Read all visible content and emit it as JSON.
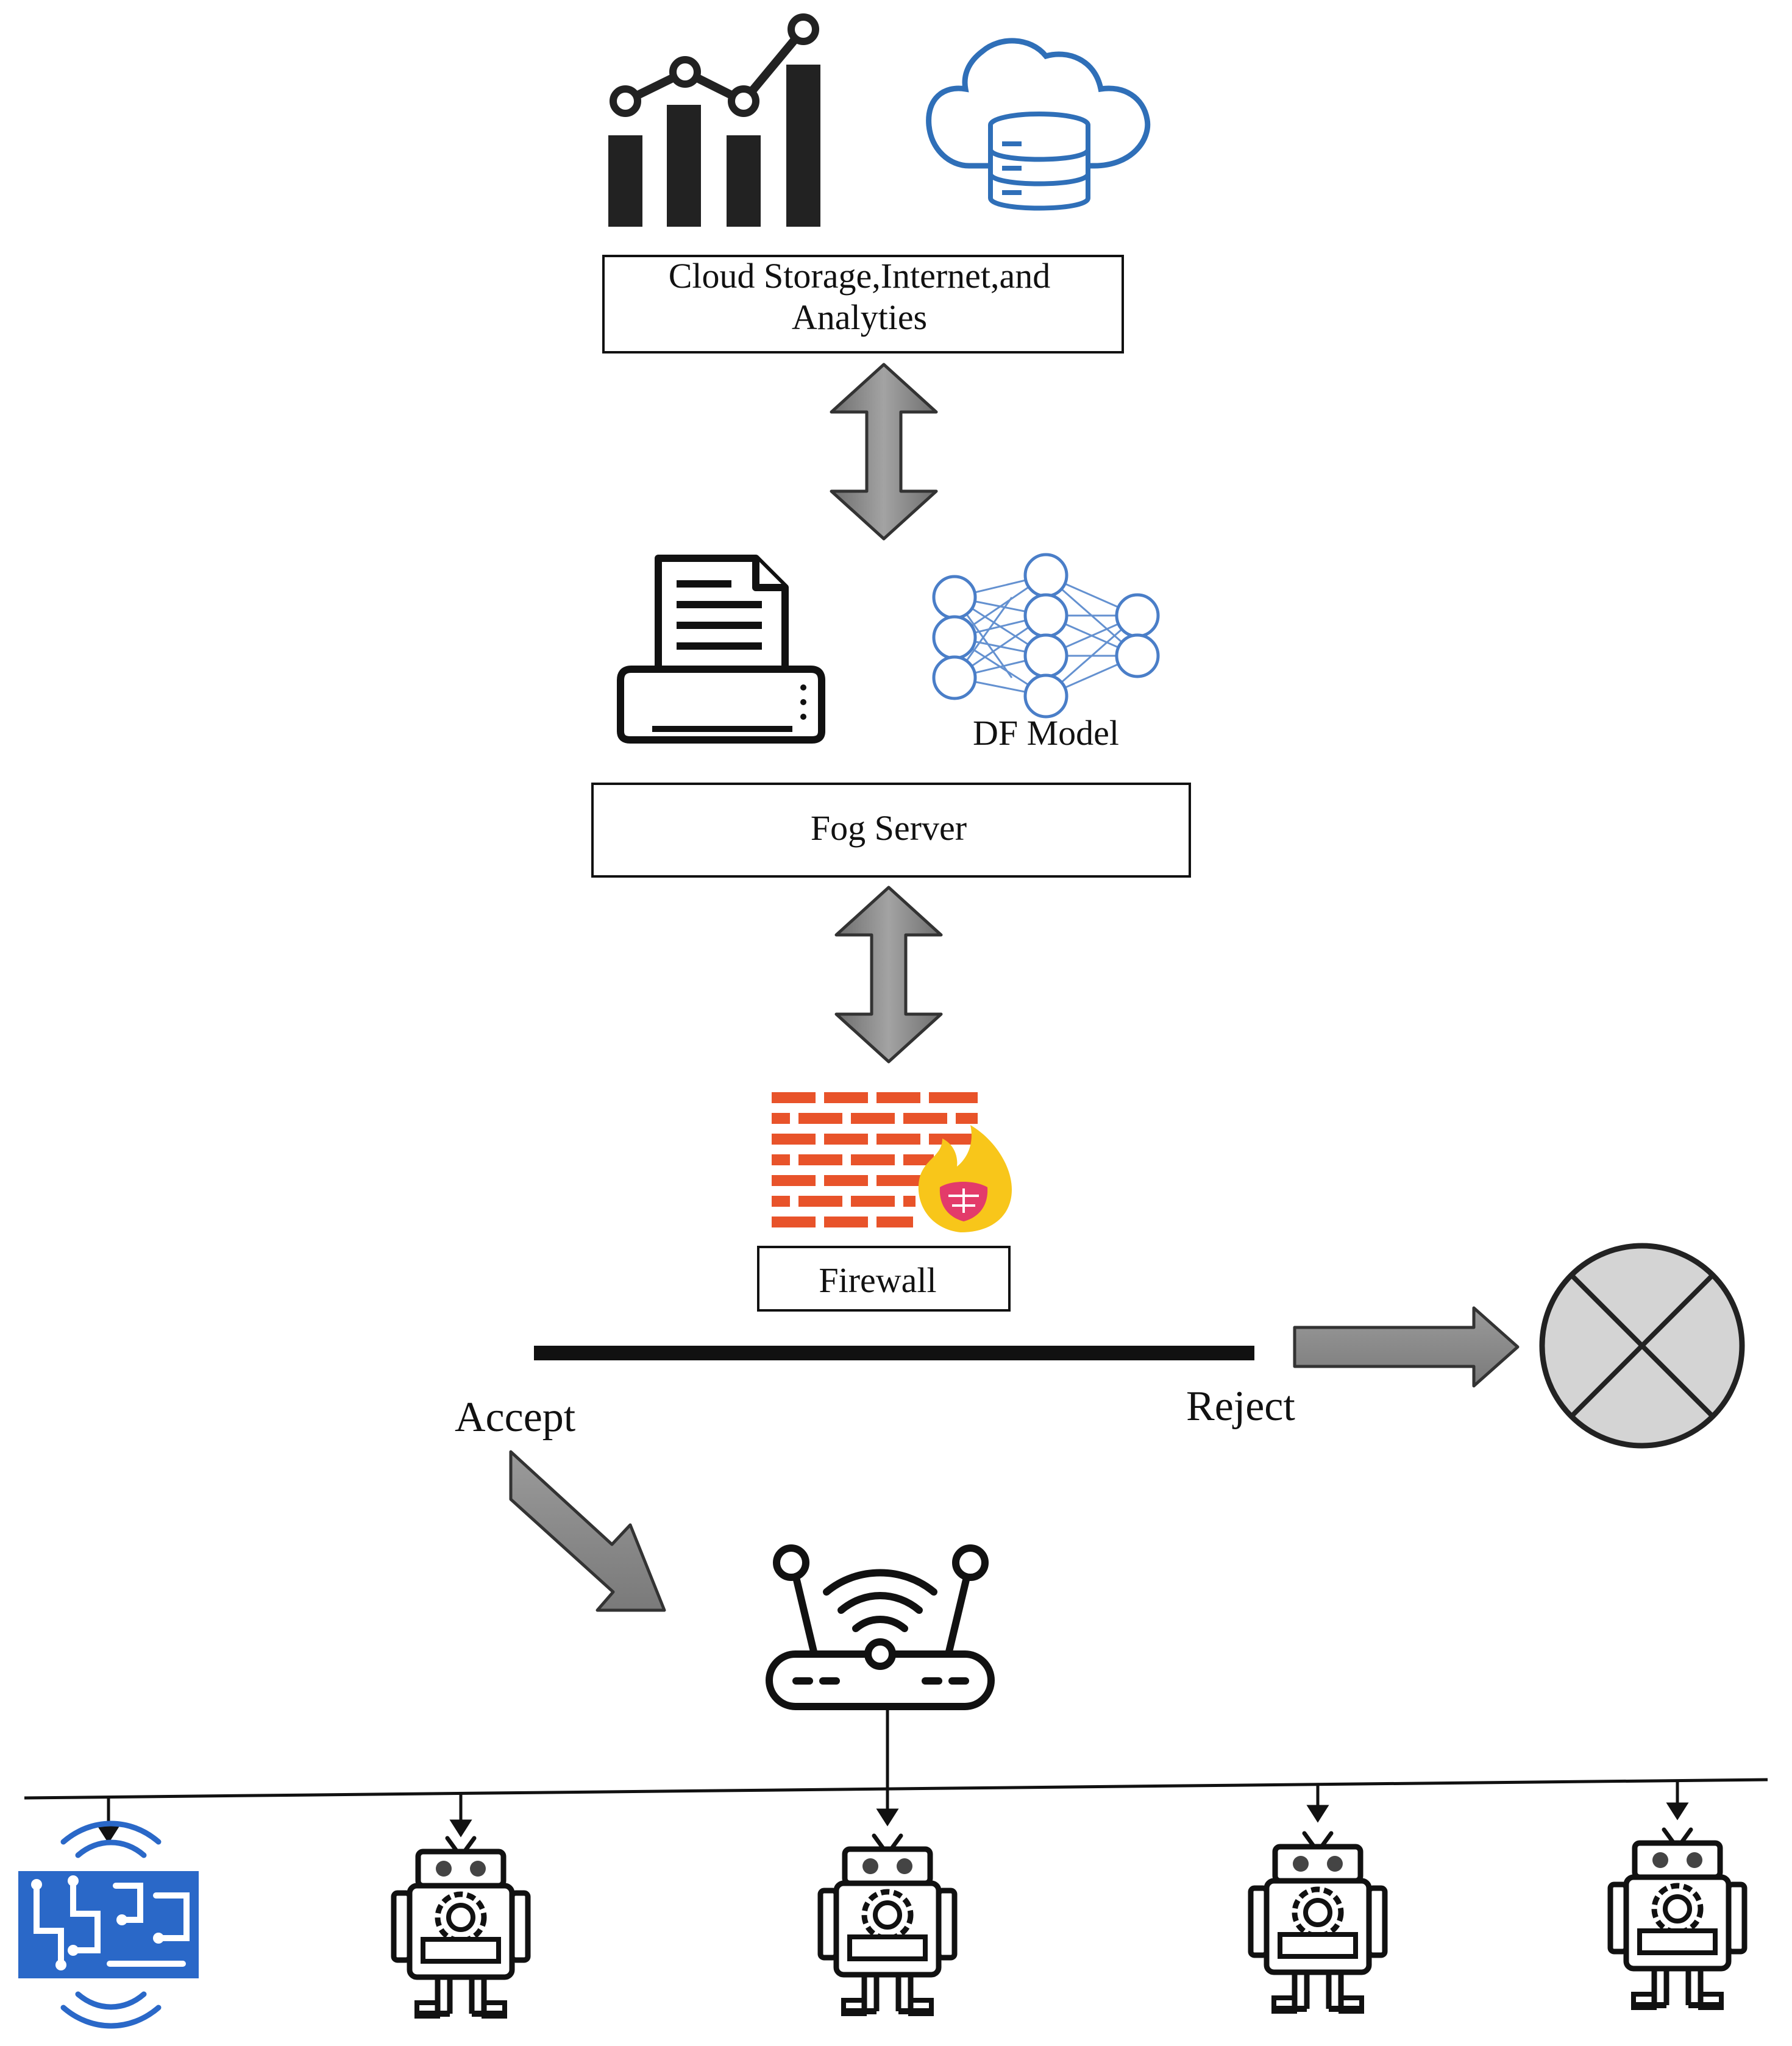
{
  "cloud_label_line1": "Cloud Storage,Internet,and",
  "cloud_label_line2": "Analyties",
  "df_model_label": "DF Model",
  "fog_server_label": "Fog Server",
  "firewall_label": "Firewall",
  "accept_label": "Accept",
  "reject_label": "Reject",
  "colors": {
    "arrow_fill": "#8c8c8c",
    "cloud_blue": "#2f6fb8",
    "brick_red": "#e8532a",
    "flame_yellow": "#f8c61a",
    "iot_blue": "#2a68c8",
    "reject_circle": "#d4d4d4"
  },
  "icons": [
    "analytics-chart-icon",
    "cloud-database-icon",
    "printer-icon",
    "neural-network-icon",
    "firewall-icon",
    "router-icon",
    "reject-x-icon",
    "iot-circuit-icon",
    "robot-icon"
  ]
}
